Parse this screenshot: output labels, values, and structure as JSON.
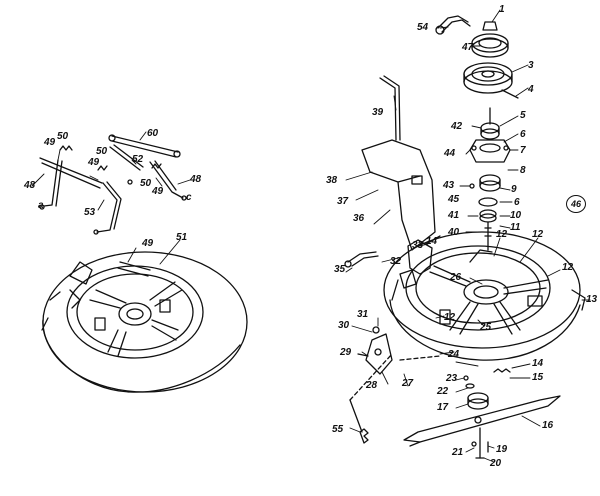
{
  "callouts": {
    "c1": "1",
    "c3": "3",
    "c4": "4",
    "c5": "5",
    "c6a": "6",
    "c6b": "6",
    "c7": "7",
    "c8": "8",
    "c9": "9",
    "c10": "10",
    "c11": "11",
    "c12a": "12",
    "c12b": "12",
    "c12c": "12",
    "c12d": "12",
    "c13": "13",
    "c14a": "14",
    "c14b": "14",
    "c15": "15",
    "c16": "16",
    "c17": "17",
    "c19": "19",
    "c20": "20",
    "c21": "21",
    "c22": "22",
    "c23": "23",
    "c24": "24",
    "c25": "25",
    "c26": "26",
    "c27": "27",
    "c28": "28",
    "c29": "29",
    "c30": "30",
    "c31": "31",
    "c32": "32",
    "c33": "33",
    "c35": "35",
    "c36": "36",
    "c37": "37",
    "c38": "38",
    "c39": "39",
    "c40": "40",
    "c41": "41",
    "c42": "42",
    "c43": "43",
    "c44": "44",
    "c45": "45",
    "c46": "46",
    "c47": "47",
    "c48a": "48",
    "c48b": "48",
    "c49a": "49",
    "c49b": "49",
    "c49c": "49",
    "c49d": "49",
    "c50a": "50",
    "c50b": "50",
    "c50c": "50",
    "c51": "51",
    "c52": "52",
    "c53": "53",
    "c54": "54",
    "c55": "55",
    "c60": "60",
    "ca": "a",
    "cc": "c"
  }
}
